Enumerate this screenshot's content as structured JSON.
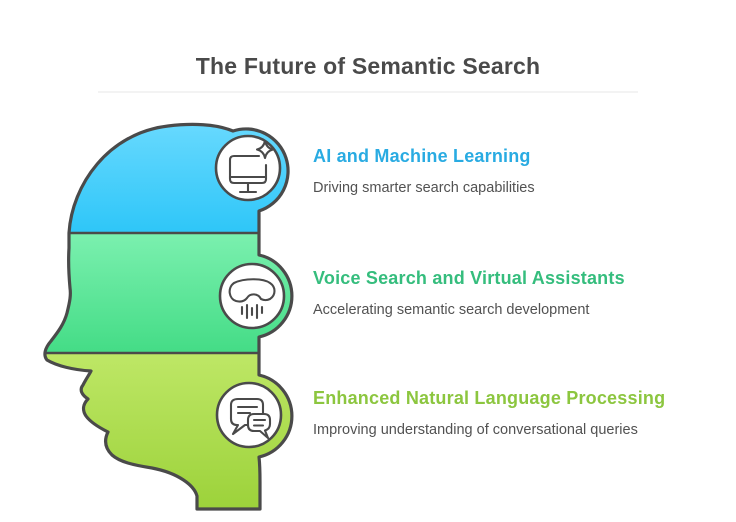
{
  "title": "The Future of Semantic Search",
  "sections": [
    {
      "heading": "AI and Machine Learning",
      "description": "Driving smarter search capabilities",
      "accent_color": "#29abe2",
      "icon": "monitor-sparkle-icon",
      "band_gradient": [
        "#68d9fe",
        "#2ec6f8"
      ]
    },
    {
      "heading": "Voice Search and Virtual Assistants",
      "description": "Accelerating semantic search development",
      "accent_color": "#35bd7d",
      "icon": "voice-sound-waves-icon",
      "band_gradient": [
        "#7bf0af",
        "#44dc86"
      ]
    },
    {
      "heading": "Enhanced Natural Language Processing",
      "description": "Improving understanding of conversational queries",
      "accent_color": "#8cc63f",
      "icon": "chat-bubbles-icon",
      "band_gradient": [
        "#bee766",
        "#9cd23a"
      ]
    }
  ],
  "colors": {
    "title_text": "#4a4a4a",
    "body_text": "#525252",
    "outline": "#4a4a4a",
    "background": "#ffffff"
  }
}
